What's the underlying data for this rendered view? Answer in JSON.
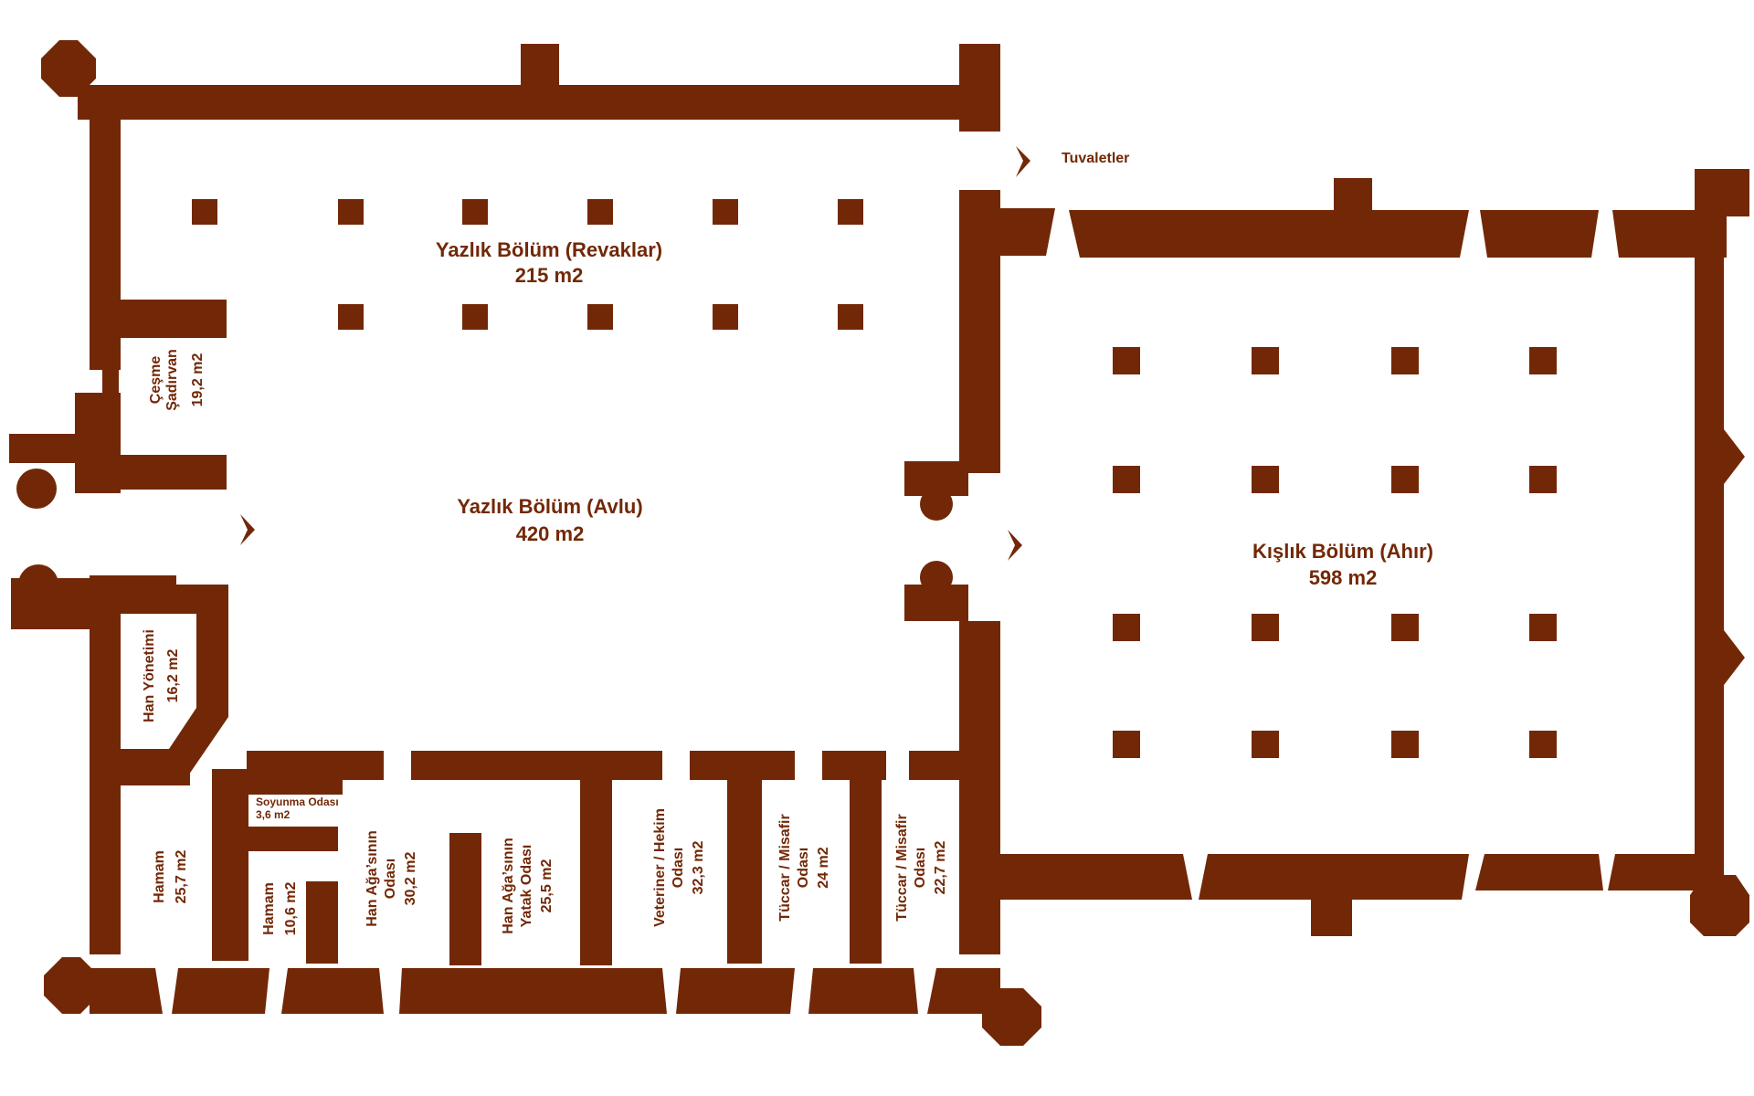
{
  "colors": {
    "wall": "#722807",
    "label": "#722807",
    "background": "#ffffff"
  },
  "labels": {
    "toilets": "Tuvaletler",
    "summer_arcades_name": "Yazlık Bölüm (Revaklar)",
    "summer_arcades_area": "215 m2",
    "summer_courtyard_name": "Yazlık Bölüm (Avlu)",
    "summer_courtyard_area": "420 m2",
    "winter_stable_name": "Kışlık Bölüm (Ahır)",
    "winter_stable_area": "598 m2",
    "fountain_name_1": "Çeşme",
    "fountain_name_2": "Şadırvan",
    "fountain_area": "19,2 m2",
    "management_name": "Han Yönetimi",
    "management_area": "16,2 m2",
    "changing_room_name": "Soyunma Odası",
    "changing_room_area": "3,6 m2",
    "bath_large_name": "Hamam",
    "bath_large_area": "25,7 m2",
    "bath_small_name": "Hamam",
    "bath_small_area": "10,6 m2",
    "agha_room_line1": "Han Ağa’sının",
    "agha_room_line2": "Odası",
    "agha_room_area": "30,2 m2",
    "agha_bedroom_line1": "Han Ağa’sının",
    "agha_bedroom_line2": "Yatak Odası",
    "agha_bedroom_area": "25,5 m2",
    "vet_line1": "Veteriner / Hekim",
    "vet_line2": "Odası",
    "vet_area": "32,3 m2",
    "merchant1_line1": "Tüccar / Misafir",
    "merchant1_line2": "Odası",
    "merchant1_area": "24 m2",
    "merchant2_line1": "Tüccar / Misafir",
    "merchant2_line2": "Odası",
    "merchant2_area": "22,7 m2"
  }
}
